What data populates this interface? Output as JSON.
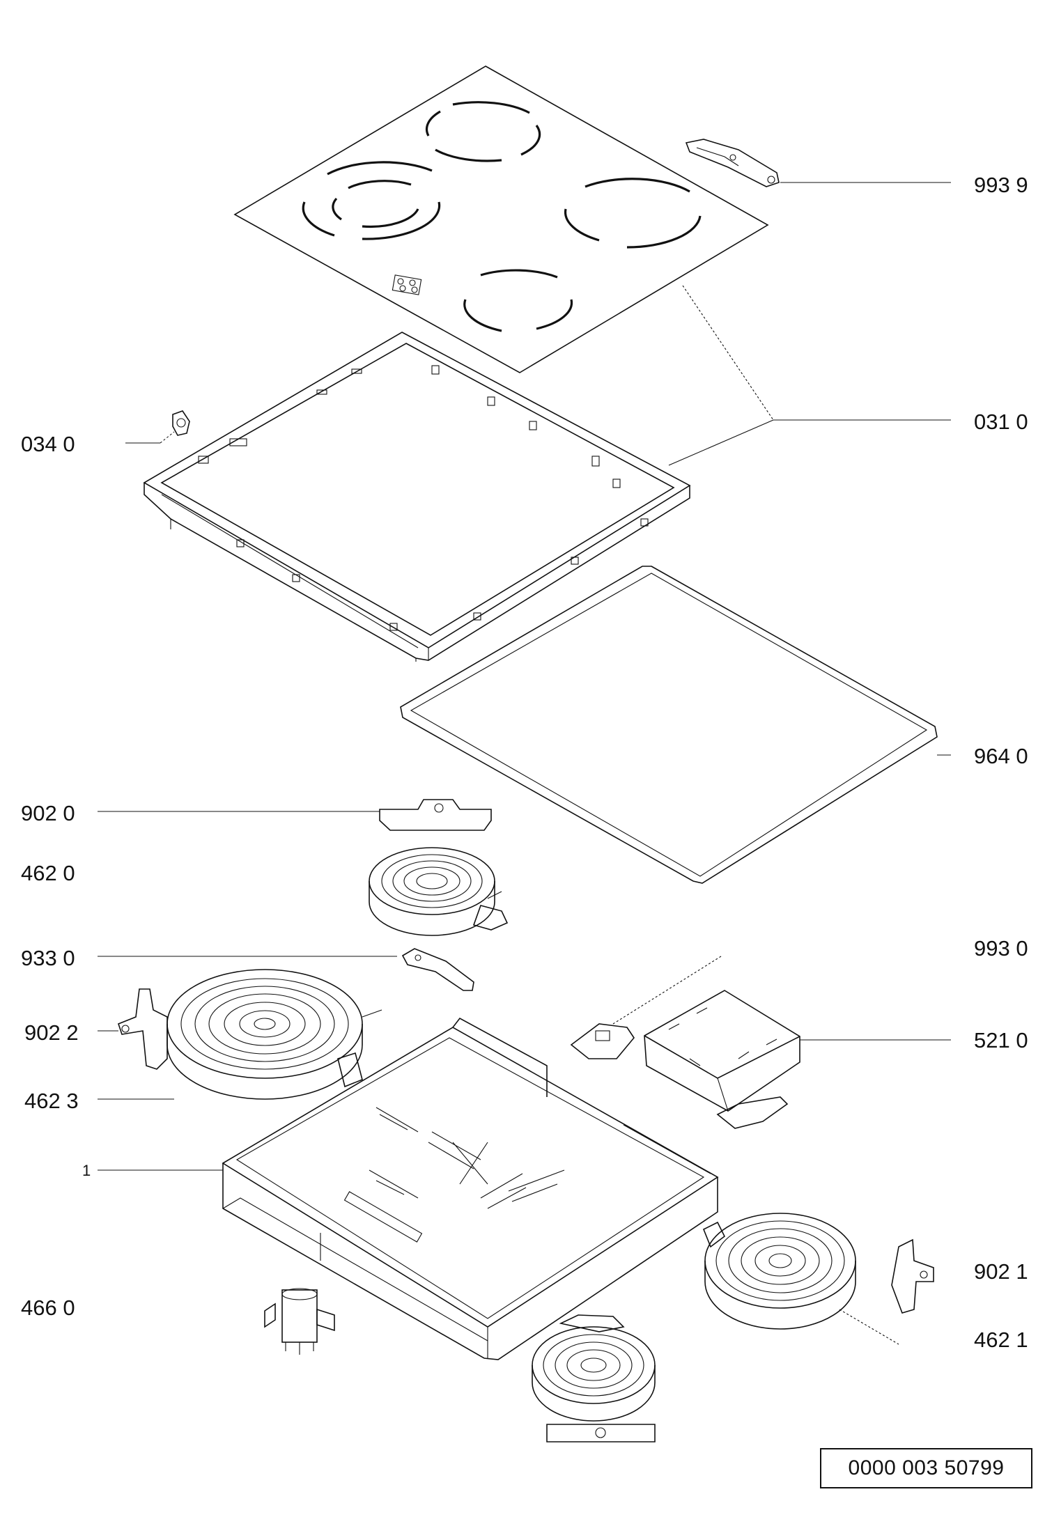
{
  "labels": {
    "p9939": "993 9",
    "p0310": "031 0",
    "p0340": "034 0",
    "p9640": "964 0",
    "p9020": "902 0",
    "p4620": "462 0",
    "p9330": "933 0",
    "p9930": "993 0",
    "p9022": "902 2",
    "p5210": "521 0",
    "p4623": "462 3",
    "p1": "1",
    "p9021": "902 1",
    "p4660": "466 0",
    "p4621": "462 1"
  },
  "doc_number": "0000 003 50799"
}
